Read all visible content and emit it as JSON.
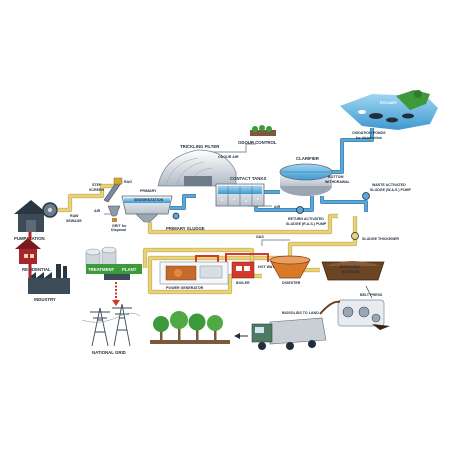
{
  "labels": {
    "pumpstation": "PUMPSTATION",
    "residential": "RESIDENTIAL",
    "industry": "INDUSTRY",
    "raw_sewage_1": "RAW",
    "raw_sewage_2": "SEWAGE",
    "step_screen_1": "STEP",
    "step_screen_2": "SCREEN",
    "rag": "RAG",
    "air_grit": "AIR",
    "grit_1": "GRIT for",
    "grit_2": "Disposal",
    "primary_sedimentation_1": "PRIMARY",
    "primary_sedimentation_2": "SEDIMENTATION",
    "primary_sludge": "PRIMARY SLUDGE",
    "trickling_filter": "TRICKLING FILTER",
    "odour_air": "ODOUR AIR",
    "odour_control": "ODOUR CONTROL",
    "contact_tanks": "CONTACT TANKS",
    "air_contact": "AIR",
    "clarifier": "CLARIFIER",
    "bottom_withdrawal_1": "BOTTOM",
    "bottom_withdrawal_2": "WITHDRAWAL",
    "estuary": "ESTUARY",
    "oxidation_ponds_1": "OXIDATION PONDS",
    "oxidation_ponds_2": "for disinfection",
    "waste_activated_1": "WASTE ACTIVATED",
    "waste_activated_2": "SLUDGE (W.A.S.) PUMP",
    "return_activated_1": "RETURN ACTIVATED",
    "return_activated_2": "SLUDGE (R.A.S.) PUMP",
    "sludge_thickener": "SLUDGE THICKENER",
    "gas": "GAS",
    "treatment_plant_1": "TREATMENT",
    "treatment_plant_2": "PLANT",
    "power_generator": "POWER GENERATOR",
    "boiler": "BOILER",
    "hot_water": "HOT WATER",
    "digester": "DIGESTER",
    "biosolids_storage_1": "BIOSOLIDS",
    "biosolids_storage_2": "STORAGE",
    "belt_press": "BELT PRESS",
    "biosolids_to_land": "BIOSOLIDS TO LAND",
    "national_grid": "NATIONAL GRID"
  },
  "colors": {
    "pipe_sewage": "#e8d37a",
    "pipe_water": "#5aa7d8",
    "pipe_power": "#d33a2c",
    "building_red": "#a8262b",
    "building_grey": "#3d4a57",
    "water_blue": "#4fb0e3",
    "tree_green": "#3d9a3a",
    "truck_green": "#4e7a63",
    "sludge_brown": "#6b4424",
    "digester_orange": "#d97a2a"
  }
}
